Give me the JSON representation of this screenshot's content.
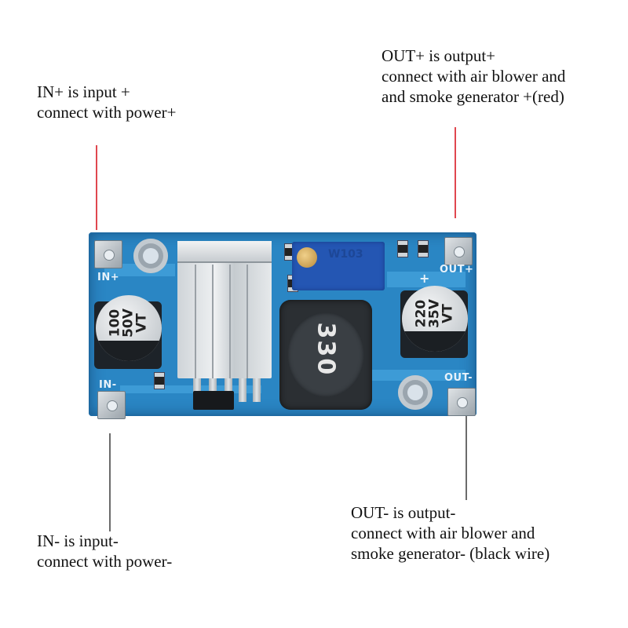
{
  "annotations": {
    "in_plus": {
      "lines": [
        "IN+ is input +",
        "connect with power+"
      ],
      "leader_color": "#e0474f"
    },
    "out_plus": {
      "lines": [
        "OUT+ is output+",
        "connect with air blower and",
        "and smoke generator +(red)"
      ],
      "leader_color": "#e0474f"
    },
    "in_minus": {
      "lines": [
        "IN- is input-",
        "connect with power-"
      ],
      "leader_color": "#6b6b6b"
    },
    "out_minus": {
      "lines": [
        "OUT- is output-",
        "connect with air blower and",
        "smoke generator- (black wire)"
      ],
      "leader_color": "#6b6b6b"
    }
  },
  "board": {
    "silkscreen": {
      "in_plus": "IN+",
      "in_minus": "IN-",
      "out_plus": "OUT+",
      "out_minus": "OUT-",
      "plus_mark": "+"
    },
    "input_capacitor": {
      "lines": [
        "100",
        "50V",
        "VT"
      ]
    },
    "output_capacitor": {
      "lines": [
        "220",
        "35V",
        "VT"
      ]
    },
    "inductor_marking": "330",
    "potentiometer_marking": "W103",
    "colors": {
      "pcb": "#2a86c4",
      "potentiometer": "#2456b3",
      "inductor": "#2b2f33"
    }
  }
}
